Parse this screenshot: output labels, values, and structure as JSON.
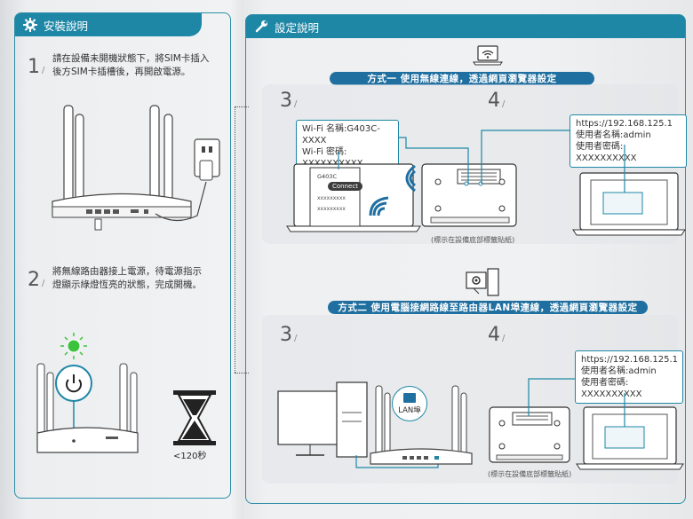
{
  "install": {
    "title": "安裝說明",
    "step1": {
      "number": "1",
      "line1": "請在設備未開機狀態下，將SIM卡插入",
      "line2": "後方SIM卡插槽後，再開啟電源。"
    },
    "step2": {
      "number": "2",
      "line1": "將無線路由器接上電源，待電源指示",
      "line2": "燈顯示綠燈恆亮的狀態，完成開機。"
    },
    "timer_label": "<120秒"
  },
  "setup": {
    "title": "設定說明",
    "method1": {
      "banner": "方式一 使用無線連線，透過網頁瀏覽器設定",
      "step3": "3",
      "step4": "4",
      "wifi_name": "Wi-Fi 名稱:G403C-XXXX",
      "wifi_password": "Wi-Fi 密碼: XXXXXXXXXX",
      "phone_network": "G403C",
      "phone_connect": "Connect",
      "phone_row": "xxxxxxxxx",
      "url": "https://192.168.125.1",
      "username": "使用者名稱:admin",
      "password": "使用者密碼: XXXXXXXXXX",
      "label_note": "(標示在設備底部標籤貼紙)"
    },
    "method2": {
      "banner": "方式二 使用電腦接網路線至路由器LAN埠連線，透過網頁瀏覽器設定",
      "step3": "3",
      "step4": "4",
      "lan_label": "LAN埠",
      "url": "https://192.168.125.1",
      "username": "使用者名稱:admin",
      "password": "使用者密碼: XXXXXXXXXX",
      "label_note": "(標示在設備底部標籤貼紙)"
    }
  },
  "colors": {
    "header": "#1f87a6",
    "banner": "#1f6fa0",
    "power_led": "#3cc23c"
  }
}
